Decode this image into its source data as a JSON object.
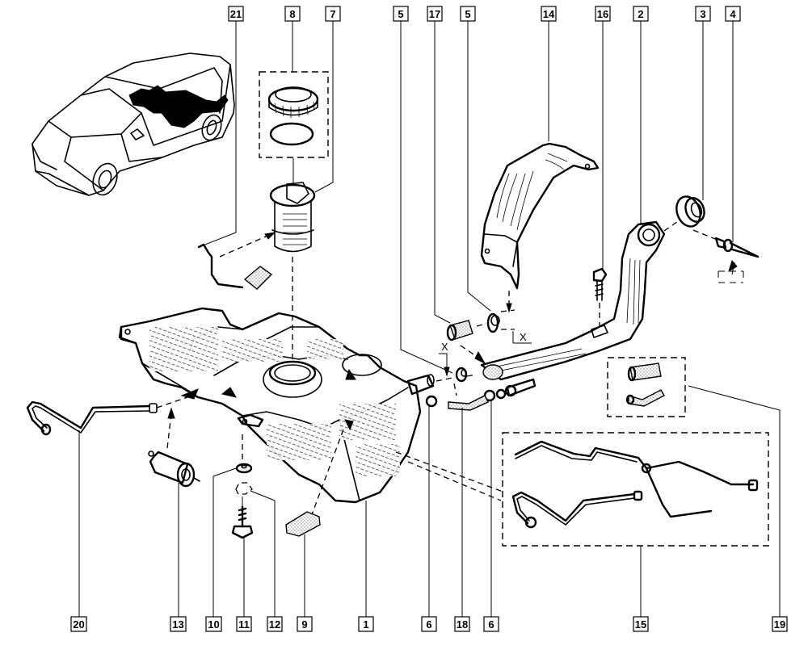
{
  "diagram": {
    "title": "Fuel tank assembly exploded view",
    "callouts_top": [
      {
        "id": "c21",
        "label": "21"
      },
      {
        "id": "c8",
        "label": "8"
      },
      {
        "id": "c7",
        "label": "7"
      },
      {
        "id": "c5a",
        "label": "5"
      },
      {
        "id": "c17",
        "label": "17"
      },
      {
        "id": "c5b",
        "label": "5"
      },
      {
        "id": "c14",
        "label": "14"
      },
      {
        "id": "c16",
        "label": "16"
      },
      {
        "id": "c2",
        "label": "2"
      },
      {
        "id": "c3",
        "label": "3"
      },
      {
        "id": "c4",
        "label": "4"
      }
    ],
    "callouts_bottom": [
      {
        "id": "c20",
        "label": "20"
      },
      {
        "id": "c13",
        "label": "13"
      },
      {
        "id": "c10",
        "label": "10"
      },
      {
        "id": "c11",
        "label": "11"
      },
      {
        "id": "c12",
        "label": "12"
      },
      {
        "id": "c9",
        "label": "9"
      },
      {
        "id": "c1",
        "label": "1"
      },
      {
        "id": "c6a",
        "label": "6"
      },
      {
        "id": "c18",
        "label": "18"
      },
      {
        "id": "c6b",
        "label": "6"
      },
      {
        "id": "c15",
        "label": "15"
      },
      {
        "id": "c19",
        "label": "19"
      }
    ],
    "detail_markers": [
      {
        "id": "x1",
        "label": "X"
      },
      {
        "id": "x2",
        "label": "X"
      }
    ],
    "components": [
      {
        "ref": "1",
        "name": "fuel-tank"
      },
      {
        "ref": "2",
        "name": "filler-neck"
      },
      {
        "ref": "3",
        "name": "filler-cap"
      },
      {
        "ref": "4",
        "name": "cap-tether-rivet"
      },
      {
        "ref": "5",
        "name": "hose-clip"
      },
      {
        "ref": "6",
        "name": "hose-clip-small"
      },
      {
        "ref": "7",
        "name": "fuel-pump-sender-unit"
      },
      {
        "ref": "8",
        "name": "pump-locking-ring-and-seal"
      },
      {
        "ref": "9",
        "name": "foam-pad"
      },
      {
        "ref": "10",
        "name": "rubber-mount"
      },
      {
        "ref": "11",
        "name": "mounting-bolt"
      },
      {
        "ref": "12",
        "name": "lock-washer"
      },
      {
        "ref": "13",
        "name": "fuel-filter"
      },
      {
        "ref": "14",
        "name": "heat-shield"
      },
      {
        "ref": "15",
        "name": "fuel-pipe-set"
      },
      {
        "ref": "16",
        "name": "filler-neck-bolt"
      },
      {
        "ref": "17",
        "name": "filler-hose"
      },
      {
        "ref": "18",
        "name": "vent-hose"
      },
      {
        "ref": "19",
        "name": "hose-kit"
      },
      {
        "ref": "20",
        "name": "fuel-pipe"
      },
      {
        "ref": "21",
        "name": "pump-wiring-harness"
      }
    ]
  }
}
